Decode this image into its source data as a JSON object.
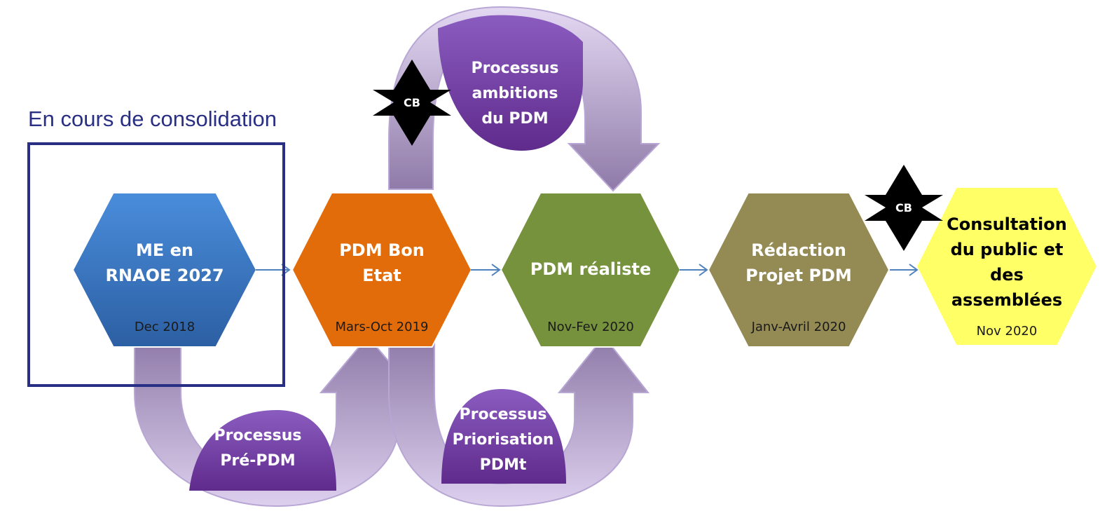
{
  "caption": "En cours de consolidation",
  "steps": [
    {
      "title_lines": [
        "ME en",
        "RNAOE 2027"
      ],
      "date": "Dec 2018",
      "fill": "#3e7fd0"
    },
    {
      "title_lines": [
        "PDM Bon",
        "Etat"
      ],
      "date": "Mars-Oct 2019",
      "fill": "#e36c0a"
    },
    {
      "title_lines": [
        "PDM réaliste"
      ],
      "date": "Nov-Fev 2020",
      "fill": "#76923c"
    },
    {
      "title_lines": [
        "Rédaction",
        "Projet PDM"
      ],
      "date": "Janv-Avril 2020",
      "fill": "#948a54"
    },
    {
      "title_lines": [
        "Consultation",
        "du public et",
        "des",
        "assemblées"
      ],
      "date": "Nov 2020",
      "fill": "#ffff66"
    }
  ],
  "processes": [
    {
      "lines": [
        "Processus",
        "Pré-PDM"
      ]
    },
    {
      "lines": [
        "Processus",
        "ambitions",
        "du PDM"
      ]
    },
    {
      "lines": [
        "Processus",
        "Priorisation",
        "PDMt"
      ]
    }
  ],
  "badges": [
    "CB",
    "CB"
  ],
  "colors": {
    "arrow_purple": "#7030a0",
    "arrow_lavender": "#c9b4e6",
    "connector_blue": "#4f81bd",
    "frame": "#2a2f86"
  }
}
